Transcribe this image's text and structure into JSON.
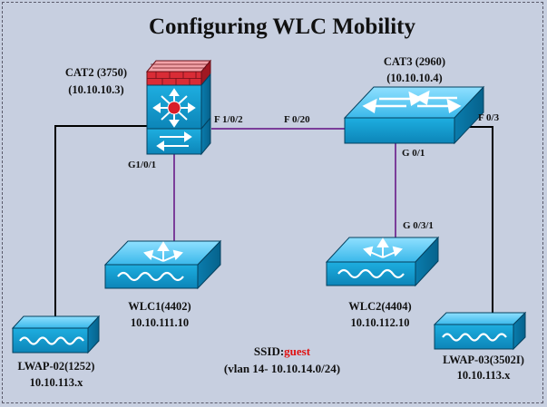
{
  "title": "Configuring WLC Mobility",
  "devices": {
    "cat2": {
      "name": "CAT2 (3750)",
      "ip": "(10.10.10.3)"
    },
    "cat3": {
      "name": "CAT3 (2960)",
      "ip": "(10.10.10.4)"
    },
    "wlc1": {
      "name": "WLC1(4402)",
      "ip": "10.10.111.10"
    },
    "wlc2": {
      "name": "WLC2(4404)",
      "ip": "10.10.112.10"
    },
    "lwap02": {
      "name": "LWAP-02(1252)",
      "ip": "10.10.113.x"
    },
    "lwap03": {
      "name": "LWAP-03(3502I)",
      "ip": "10.10.113.x"
    }
  },
  "ports": {
    "cat2_to_cat3": "F 1/0/2",
    "cat3_to_cat2": "F 0/20",
    "cat2_to_wlc1": "G1/0/1",
    "cat3_to_wlc2": "G 0/1",
    "wlc2_to_cat3": "G 0/3/1",
    "cat3_to_lwap03": "F 0/3"
  },
  "ssid": {
    "label": "SSID:",
    "name": "guest",
    "vlan": "(vlan 14- 10.10.14.0/24)"
  },
  "colors": {
    "device_blue": "#1aa9dc",
    "firewall_red": "#d92c36",
    "link_purple": "#7b3e9a",
    "link_black": "#000000",
    "ssid_name": "#e01010"
  }
}
